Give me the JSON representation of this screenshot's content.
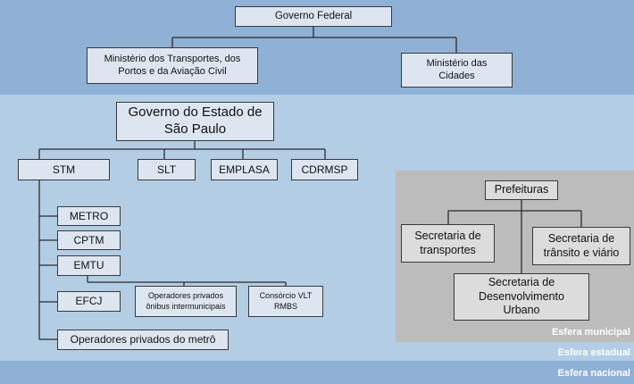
{
  "colors": {
    "federal_band": "#8fb1d6",
    "state_band": "#b3cde5",
    "municipal_panel": "#bcbcbc",
    "box_fill": "#dde6f0",
    "box_fill_municipal": "#dcdcdc",
    "line": "#2b2b2b"
  },
  "federal": {
    "root": "Governo Federal",
    "ministerio_transportes": "Ministério dos Transportes, dos Portos e da Aviação Civil",
    "ministerio_cidades": "Ministério das Cidades"
  },
  "state": {
    "root": "Governo do Estado de São Paulo",
    "stm": "STM",
    "slt": "SLT",
    "emplasa": "EMPLASA",
    "cdrmsp": "CDRMSP",
    "metro": "METRO",
    "cptm": "CPTM",
    "emtu": "EMTU",
    "efcj": "EFCJ",
    "operadores_onibus": "Operadores privados ônibus intermunicipais",
    "consorcio_vlt": "Consórcio VLT RMBS",
    "operadores_metro": "Operadores privados do metrô"
  },
  "municipal": {
    "prefeituras": "Prefeituras",
    "sec_transportes": "Secretaria de transportes",
    "sec_transito": "Secretaria de trânsito e viário",
    "sec_desenvolvimento": "Secretaria de Desenvolvimento Urbano"
  },
  "spheres": {
    "municipal": "Esfera municipal",
    "estadual": "Esfera estadual",
    "nacional": "Esfera nacional"
  }
}
